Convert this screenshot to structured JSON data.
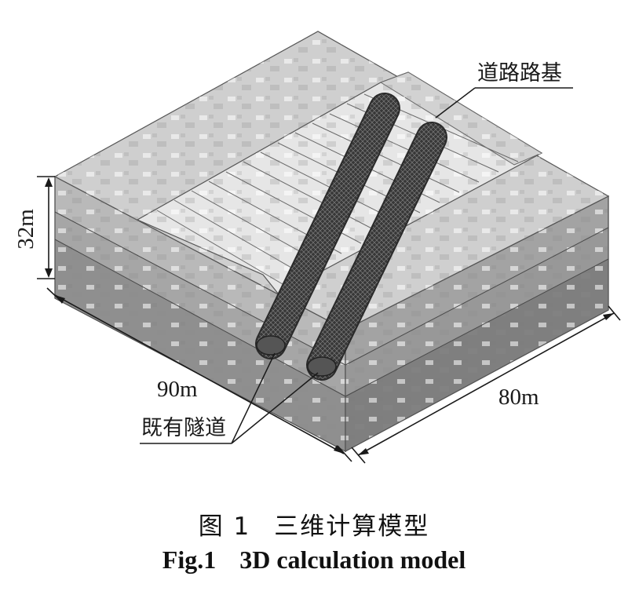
{
  "labels": {
    "road_subgrade": "道路路基",
    "existing_tunnels": "既有隧道"
  },
  "dimensions": {
    "height": "32m",
    "length": "90m",
    "width": "80m"
  },
  "caption": {
    "cn_number": "图 1",
    "cn_title": "三维计算模型",
    "en_number": "Fig.1",
    "en_title": "3D calculation model"
  }
}
